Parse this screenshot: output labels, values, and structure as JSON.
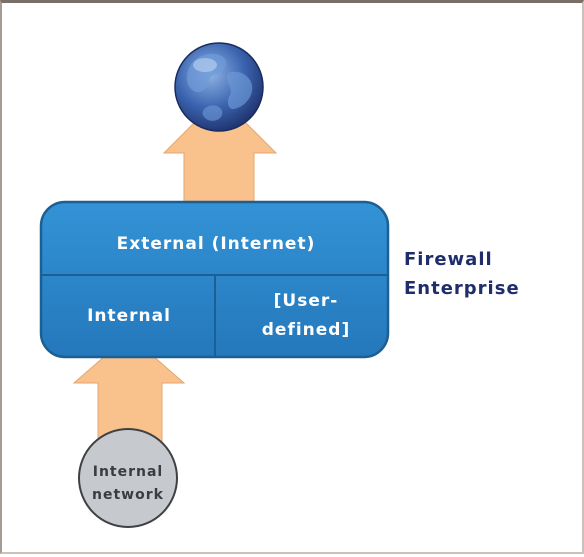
{
  "firewall": {
    "external_label": "External (Internet)",
    "internal_label": "Internal",
    "user_defined_line1": "[User-",
    "user_defined_line2": "defined]",
    "title_line1": "Firewall",
    "title_line2": "Enterprise"
  },
  "internal_network": {
    "line1": "Internal",
    "line2": "network"
  },
  "colors": {
    "box_fill": "#2a86c8",
    "box_stroke": "#1b5f93",
    "arrow_fill": "#f9c18c",
    "arrow_stroke": "#e2a56f",
    "node_fill": "#c6c9cd",
    "node_stroke": "#3e4144",
    "title_color": "#1f2d6b"
  },
  "icons": {
    "internet": "globe-icon"
  }
}
